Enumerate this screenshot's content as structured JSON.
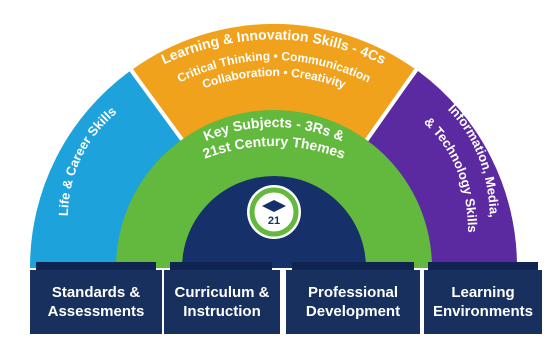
{
  "bands": {
    "outer_top": {
      "title": "Learning & Innovation Skills - 4Cs",
      "line1": "Critical Thinking • Communication",
      "line2": "Collaboration • Creativity",
      "color": "#f0a21c"
    },
    "outer_left": {
      "label": "Life & Career Skills",
      "color": "#1ea2dc"
    },
    "outer_right": {
      "line1": "Information, Media,",
      "line2": "& Technology Skills",
      "color": "#5b2aa0"
    },
    "middle": {
      "line1": "Key Subjects - 3Rs &",
      "line2": "21st Century Themes",
      "color": "#63b93e"
    },
    "core": {
      "color": "#16306a"
    },
    "logo": {
      "text": "21",
      "color": "#63b93e"
    }
  },
  "pillars": [
    {
      "line1": "Standards &",
      "line2": "Assessments"
    },
    {
      "line1": "Curriculum &",
      "line2": "Instruction"
    },
    {
      "line1": "Professional",
      "line2": "Development"
    },
    {
      "line1": "Learning",
      "line2": "Environments"
    }
  ]
}
